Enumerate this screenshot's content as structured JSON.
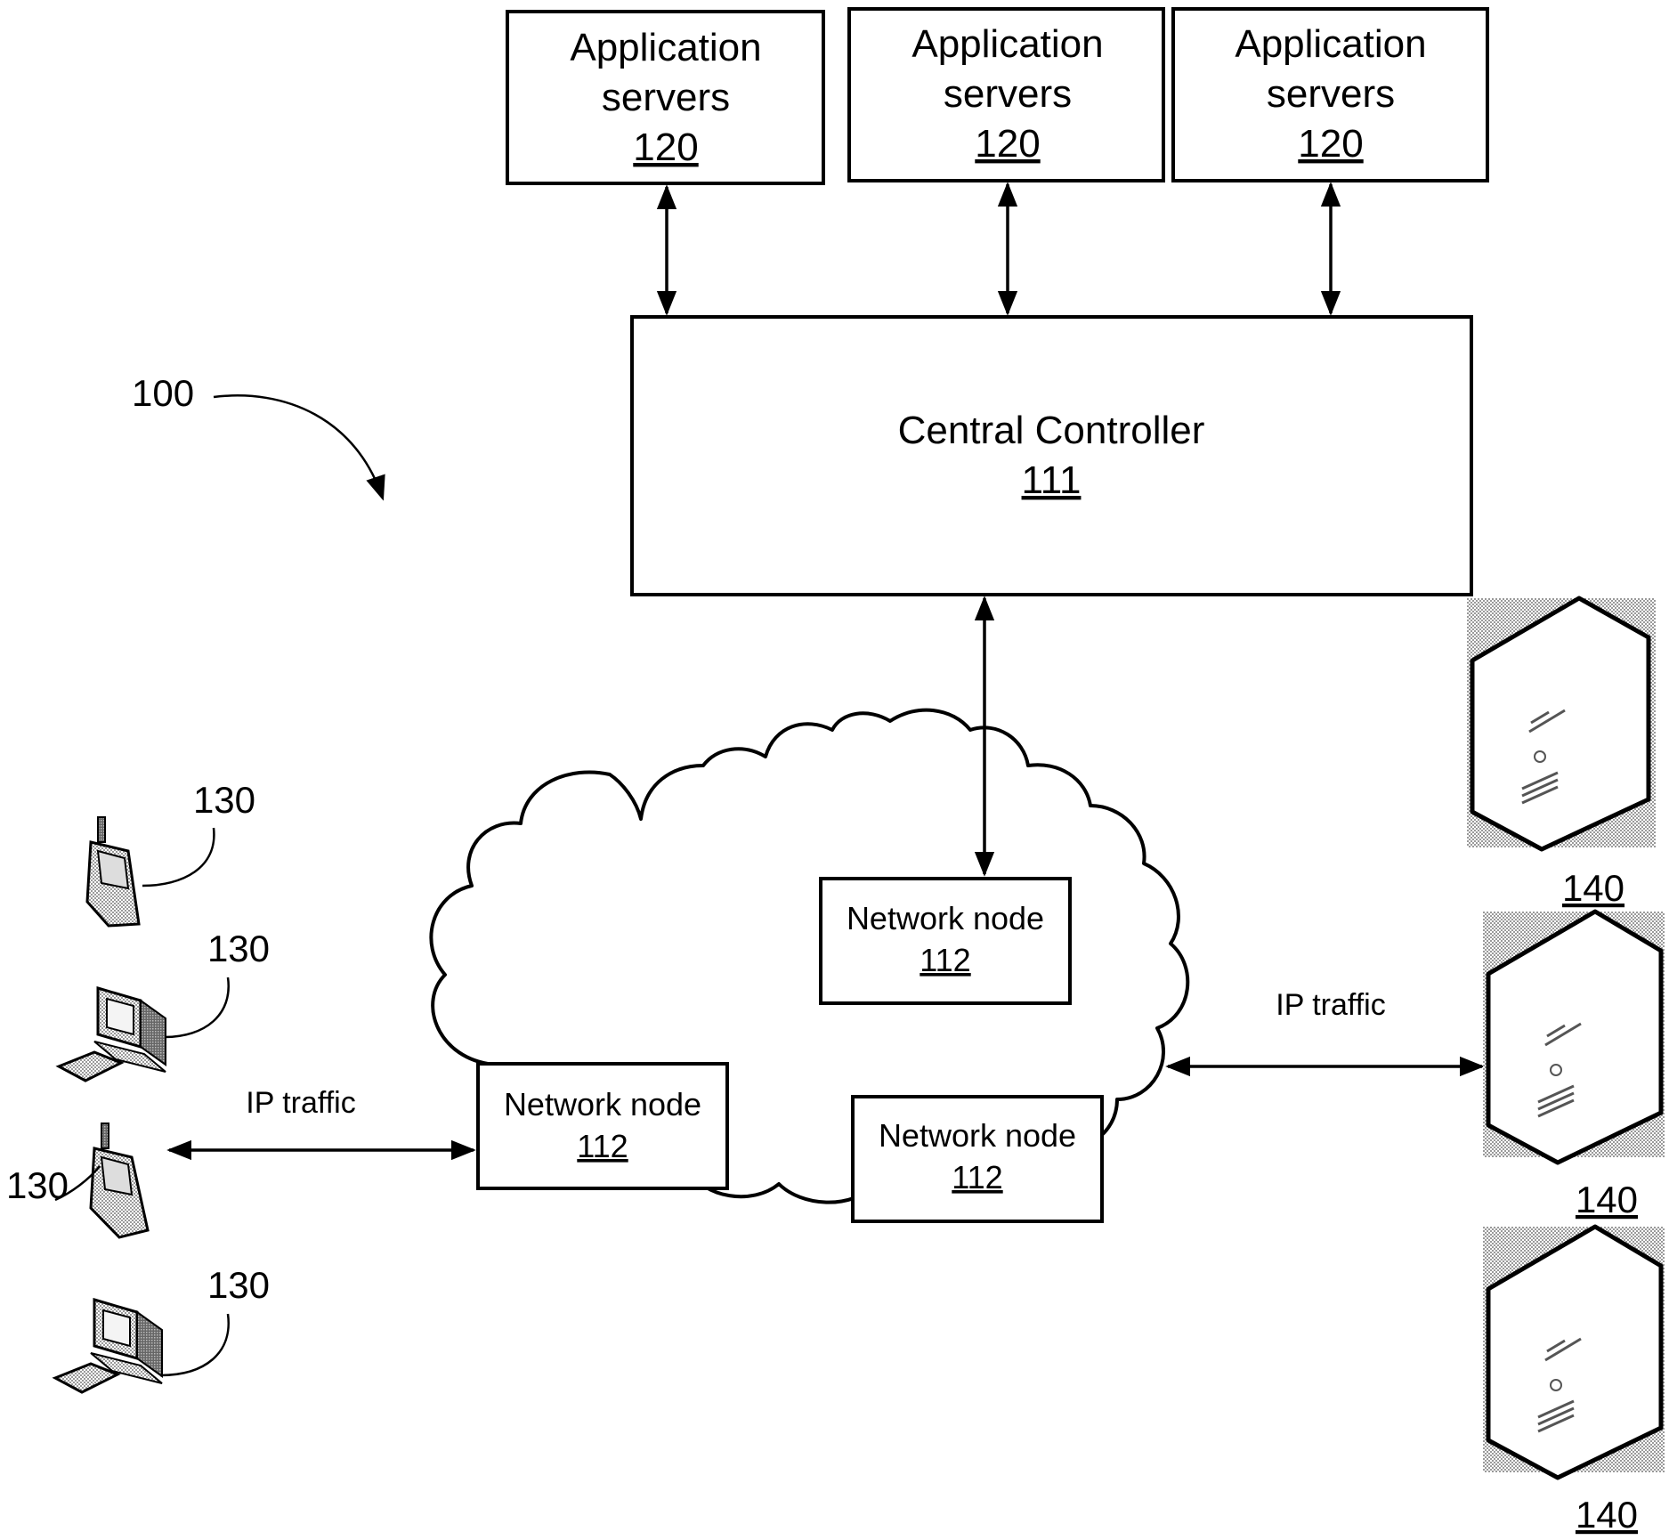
{
  "app_servers": [
    {
      "title_line1": "Application",
      "title_line2": "servers",
      "ref": "120"
    },
    {
      "title_line1": "Application",
      "title_line2": "servers",
      "ref": "120"
    },
    {
      "title_line1": "Application",
      "title_line2": "servers",
      "ref": "120"
    }
  ],
  "controller": {
    "title": "Central Controller",
    "ref": "111"
  },
  "system_ref": "100",
  "network_nodes": [
    {
      "title": "Network node",
      "ref": "112"
    },
    {
      "title": "Network node",
      "ref": "112"
    },
    {
      "title": "Network node",
      "ref": "112"
    }
  ],
  "client_refs": [
    "130",
    "130",
    "130",
    "130"
  ],
  "server_refs": [
    "140",
    "140",
    "140"
  ],
  "ip_traffic_left": "IP traffic",
  "ip_traffic_right": "IP traffic",
  "icons": {
    "client_mobile": "mobile-phone-icon",
    "client_desktop": "desktop-computer-icon",
    "server": "server-tower-icon"
  }
}
